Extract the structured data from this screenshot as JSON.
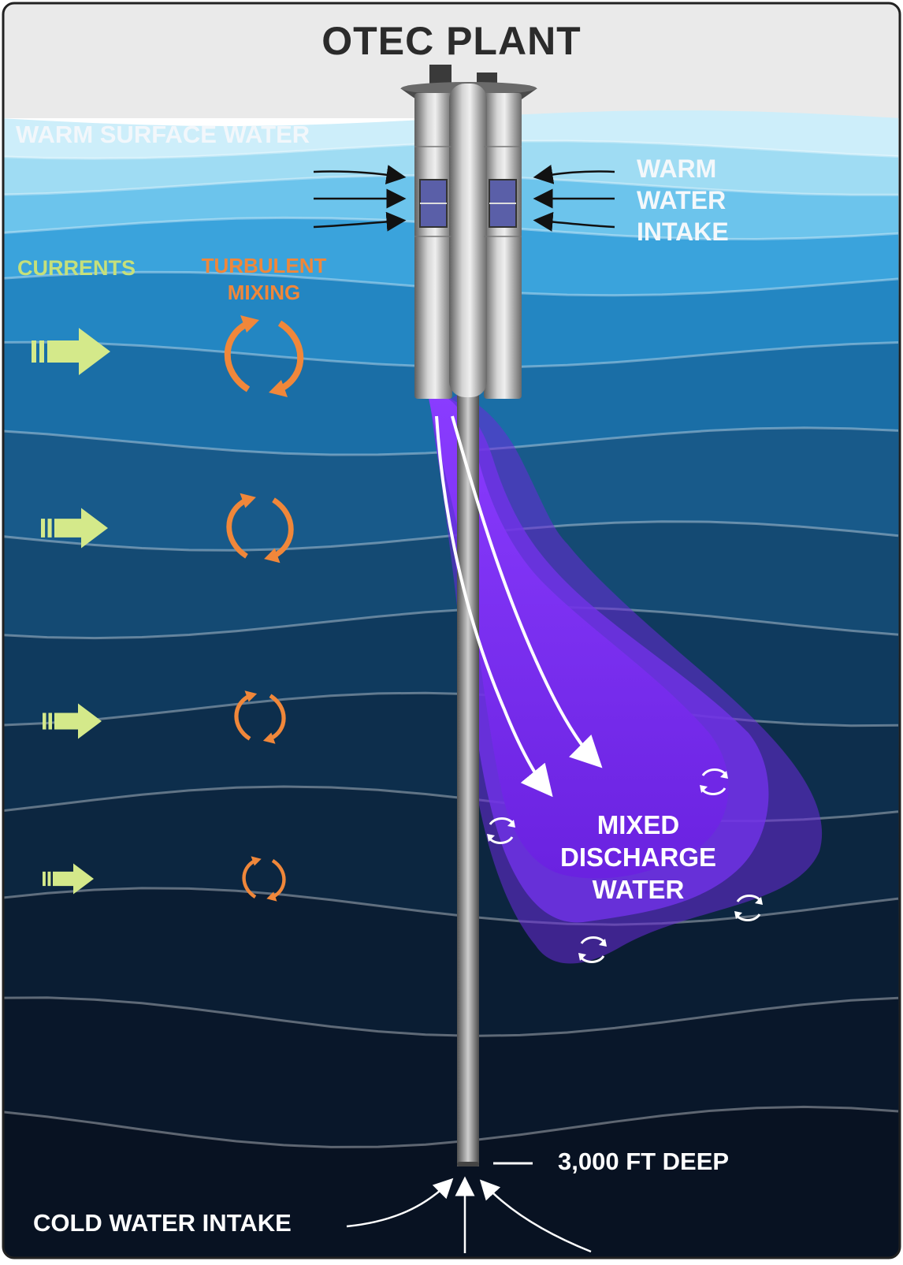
{
  "diagram": {
    "title": "OTEC PLANT",
    "labels": {
      "warm_surface_water": "WARM SURFACE WATER",
      "warm_water_intake": [
        "WARM",
        "WATER",
        "INTAKE"
      ],
      "currents": "CURRENTS",
      "turbulent_mixing": [
        "TURBULENT",
        "MIXING"
      ],
      "mixed_discharge_water": [
        "MIXED",
        "DISCHARGE",
        "WATER"
      ],
      "depth": "3,000 FT DEEP",
      "cold_water_intake": "COLD WATER INTAKE"
    },
    "colors": {
      "sky": "#eaeaea",
      "surface_water": "#cdeefa",
      "deep_water": "#0a1424",
      "discharge_plume": "#7a2cf0",
      "current_arrow": "#d4e98a",
      "mixing_arrow": "#f0873a",
      "pipe": "#a8a8a8"
    },
    "icons": [
      "current-arrow-icon",
      "turbulent-mixing-icon",
      "eddy-icon",
      "flow-arrow-icon"
    ]
  }
}
